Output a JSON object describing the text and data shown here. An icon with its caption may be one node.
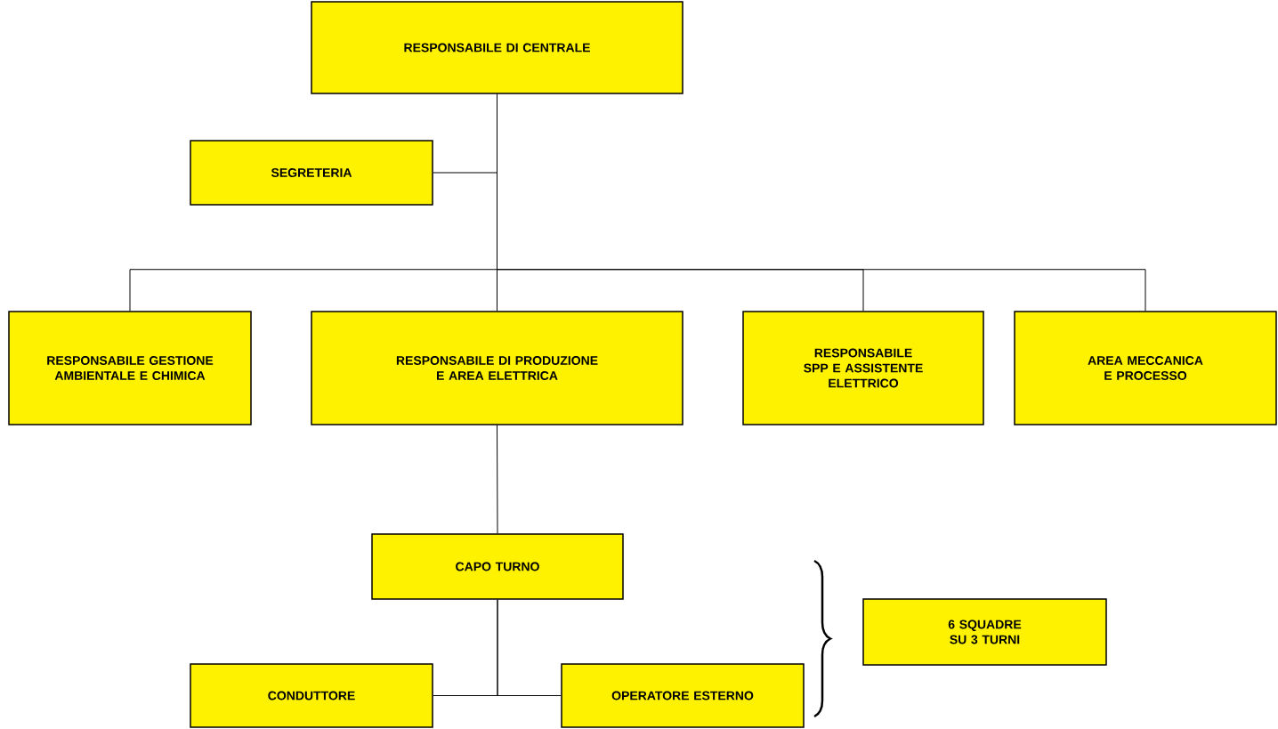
{
  "diagram": {
    "nodes": [
      {
        "text": [
          "RESPONSABILE DI CENTRALE"
        ]
      },
      {
        "text": [
          "SEGRETERIA"
        ]
      },
      {
        "text": [
          "RESPONSABILE GESTIONE AMBIENTALE E CHIMICA"
        ]
      },
      {
        "text": [
          "RESPONSABILE DI PRODUZIONE E AREA ELETTRICA"
        ]
      },
      {
        "text": [
          "RESPONSABILE SPP E ASSISTENTE ELETTRICO"
        ]
      },
      {
        "text": [
          "AREA MECCANICA E PROCESSO"
        ]
      },
      {
        "text": [
          "CAPO TURNO"
        ]
      },
      {
        "text": [
          "6 SQUADRE SU 3 TURNI"
        ]
      },
      {
        "text": [
          "CONDUTTORE"
        ]
      },
      {
        "text": [
          "OPERATORE ESTERNO"
        ]
      }
    ],
    "edges": [
      {
        "from": 0,
        "to": 1,
        "arrow": "none"
      },
      {
        "from": 0,
        "to": 2,
        "arrow": "none"
      },
      {
        "from": 0,
        "to": 3,
        "arrow": "none"
      },
      {
        "from": 0,
        "to": 4,
        "arrow": "none"
      },
      {
        "from": 0,
        "to": 5,
        "arrow": "none"
      },
      {
        "from": 3,
        "to": 6,
        "arrow": "none"
      },
      {
        "from": 6,
        "to": 8,
        "arrow": "none"
      },
      {
        "from": 6,
        "to": 9,
        "arrow": "none"
      }
    ]
  }
}
